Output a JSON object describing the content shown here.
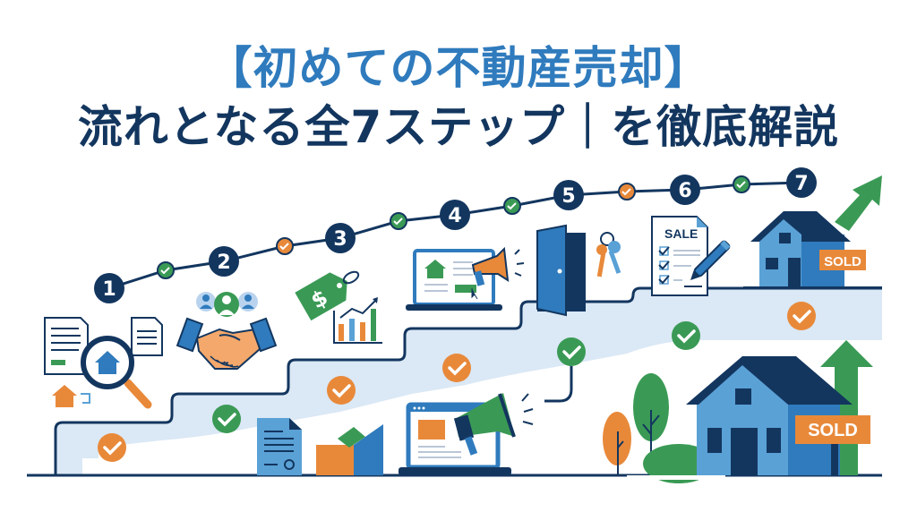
{
  "header": {
    "title_line1": "【初めての不動産売却】",
    "title_line2": "流れとなる全7ステップ｜を徹底解説"
  },
  "colors": {
    "title_blue": "#2f7bbd",
    "navy": "#13365f",
    "mid_blue": "#2f7bbd",
    "light_blue": "#5aa1d6",
    "pale_blue": "#dbe8f5",
    "green": "#3a9a55",
    "orange": "#e8893a"
  },
  "steps": [
    {
      "number": "1",
      "icon": "property-search-icon"
    },
    {
      "number": "2",
      "icon": "agent-handshake-icon"
    },
    {
      "number": "3",
      "icon": "price-tag-chart-icon"
    },
    {
      "number": "4",
      "icon": "online-marketing-icon"
    },
    {
      "number": "5",
      "icon": "door-keys-icon"
    },
    {
      "number": "6",
      "icon": "sale-contract-icon"
    },
    {
      "number": "7",
      "icon": "sold-house-icon"
    }
  ],
  "labels": {
    "sale_document": "SALE",
    "sold_sign_small": "SOLD",
    "sold_sign_large": "SOLD",
    "price_tag_symbol": "$"
  }
}
